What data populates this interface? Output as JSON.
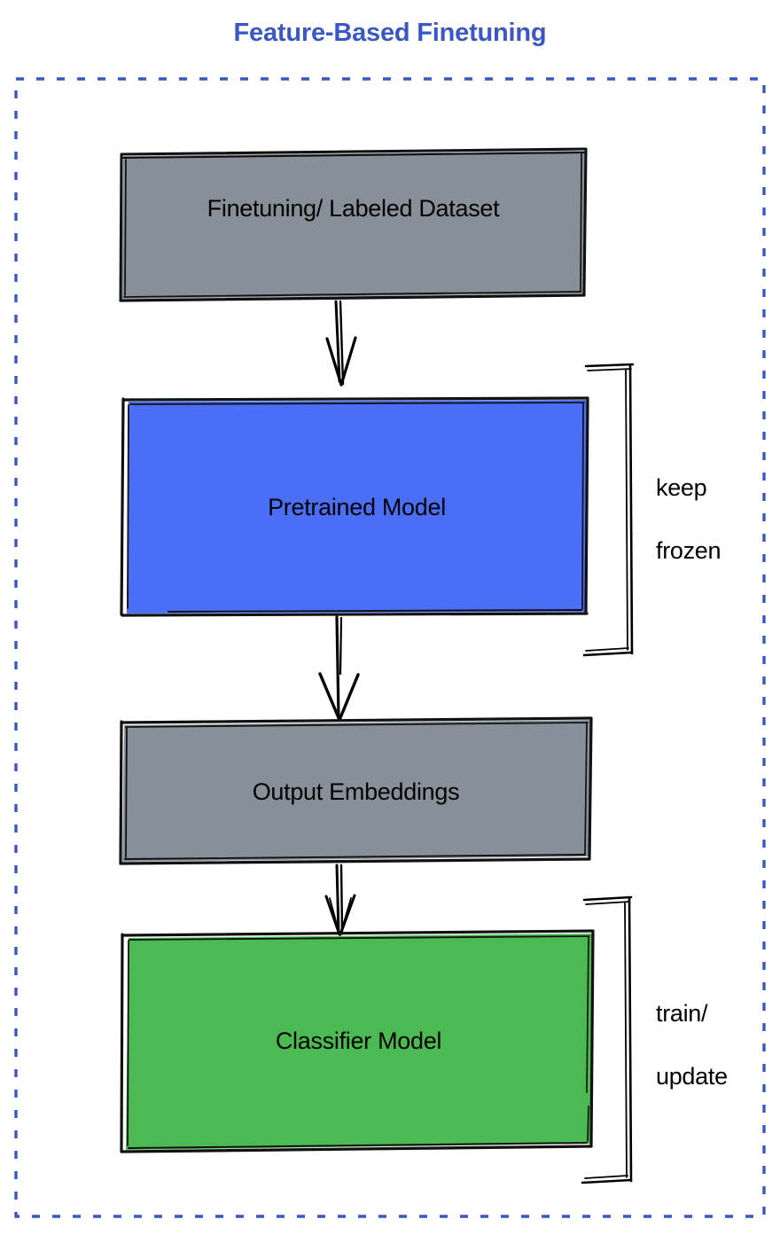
{
  "title": "Feature-Based Finetuning",
  "colors": {
    "title": "#3b57c4",
    "frame_border": "#3b57c4",
    "gray_fill": "#879099",
    "blue_fill": "#4a6ef5",
    "green_fill": "#4cba52",
    "stroke": "#000000",
    "background": "#ffffff"
  },
  "frame": {
    "style": "dashed",
    "label": "feature-based-finetuning-group"
  },
  "nodes": [
    {
      "id": "dataset",
      "label": "Finetuning/ Labeled Dataset",
      "fill": "#879099",
      "shape": "rectangle"
    },
    {
      "id": "pretrained-model",
      "label": "Pretrained Model",
      "fill": "#4a6ef5",
      "shape": "rectangle"
    },
    {
      "id": "output-embeddings",
      "label": "Output Embeddings",
      "fill": "#879099",
      "shape": "rectangle"
    },
    {
      "id": "classifier-model",
      "label": "Classifier Model",
      "fill": "#4cba52",
      "shape": "rectangle"
    }
  ],
  "edges": [
    {
      "from": "dataset",
      "to": "pretrained-model",
      "arrow": "down"
    },
    {
      "from": "pretrained-model",
      "to": "output-embeddings",
      "arrow": "down"
    },
    {
      "from": "output-embeddings",
      "to": "classifier-model",
      "arrow": "down"
    }
  ],
  "annotations": [
    {
      "id": "keep-frozen",
      "text": "keep\nfrozen",
      "line1": "keep",
      "line2": "frozen",
      "targets": "pretrained-model",
      "bracket": "right"
    },
    {
      "id": "train-update",
      "text": "train/\nupdate",
      "line1": "train/",
      "line2": "update",
      "targets": "classifier-model",
      "bracket": "right"
    }
  ]
}
